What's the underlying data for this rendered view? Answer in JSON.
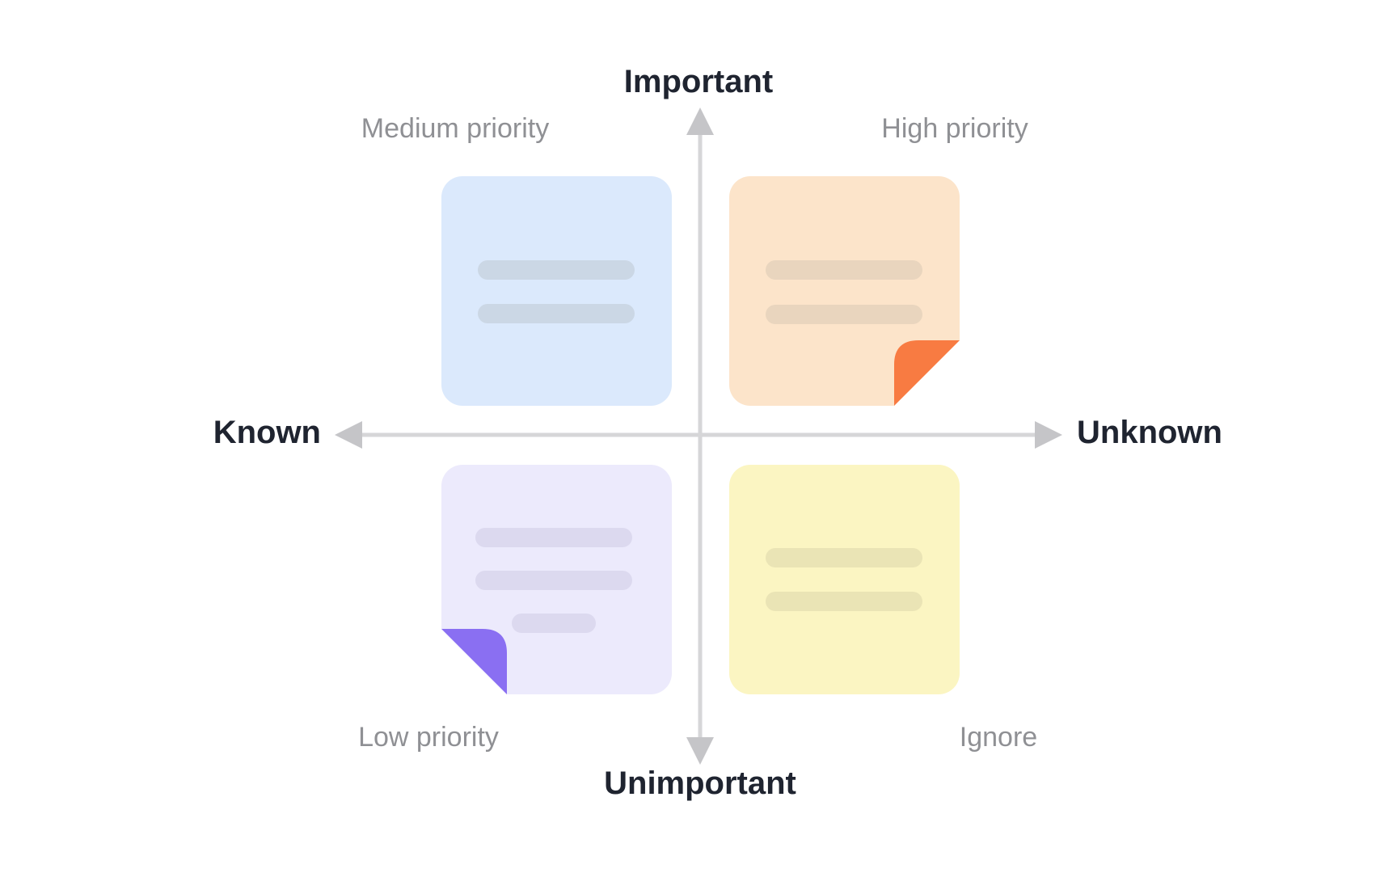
{
  "diagram": {
    "type": "priority-matrix"
  },
  "axis": {
    "top_label": "Important",
    "bottom_label": "Unimportant",
    "left_label": "Known",
    "right_label": "Unknown",
    "line_color": "#d6d6d8",
    "arrowhead_color": "#c5c5c8",
    "label_color": "#1f2430"
  },
  "quadrants": {
    "top_left": {
      "label": "Medium priority"
    },
    "top_right": {
      "label": "High priority"
    },
    "bottom_left": {
      "label": "Low priority"
    },
    "bottom_right": {
      "label": "Ignore"
    },
    "label_color": "#8f9094"
  },
  "cards": {
    "medium": {
      "quadrant": "top-left",
      "color": "#dbe9fc",
      "line_color": "#cbd7e5",
      "placeholder_line_count": 2,
      "fold": "none"
    },
    "high": {
      "quadrant": "top-right",
      "color": "#fce4ca",
      "line_color": "#e9d5be",
      "fold_color": "#f87b42",
      "placeholder_line_count": 2,
      "fold": "bottom-right"
    },
    "low": {
      "quadrant": "bottom-left",
      "color": "#eceafc",
      "line_color": "#dcd9ef",
      "fold_color": "#8a6ff2",
      "placeholder_line_count": 3,
      "fold": "bottom-left"
    },
    "ignore": {
      "quadrant": "bottom-right",
      "color": "#fbf5c2",
      "line_color": "#eae4b5",
      "placeholder_line_count": 2,
      "fold": "none"
    }
  }
}
